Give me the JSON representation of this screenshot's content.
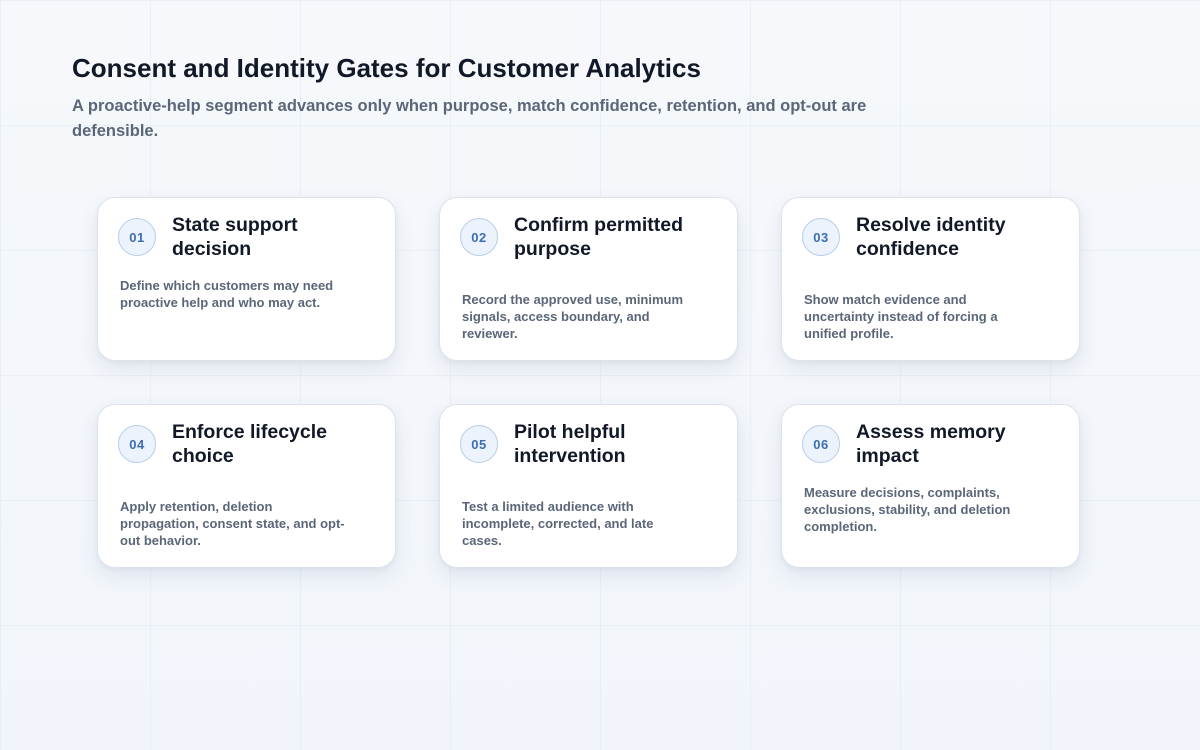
{
  "header": {
    "title": "Consent and Identity Gates for Customer Analytics",
    "subtitle": "A proactive-help segment advances only when purpose, match confidence, retention, and opt-out are defensible."
  },
  "steps": [
    {
      "number": "01",
      "title": "State support decision",
      "description": "Define which customers may need proactive help and who may act."
    },
    {
      "number": "02",
      "title": "Confirm permitted purpose",
      "description": "Record the approved use, minimum signals, access boundary, and reviewer."
    },
    {
      "number": "03",
      "title": "Resolve identity confidence",
      "description": "Show match evidence and uncertainty instead of forcing a unified profile."
    },
    {
      "number": "04",
      "title": "Enforce lifecycle choice",
      "description": "Apply retention, deletion propagation, consent state, and opt-out behavior."
    },
    {
      "number": "05",
      "title": "Pilot helpful intervention",
      "description": "Test a limited audience with incomplete, corrected, and late cases."
    },
    {
      "number": "06",
      "title": "Assess memory impact",
      "description": "Measure decisions, complaints, exclusions, stability, and deletion completion."
    }
  ],
  "colors": {
    "badge_text": "#3d6db2",
    "badge_border": "#b8cde9",
    "badge_fill": "#edf3fc",
    "title_text": "#111827",
    "body_text": "#5b6678"
  }
}
